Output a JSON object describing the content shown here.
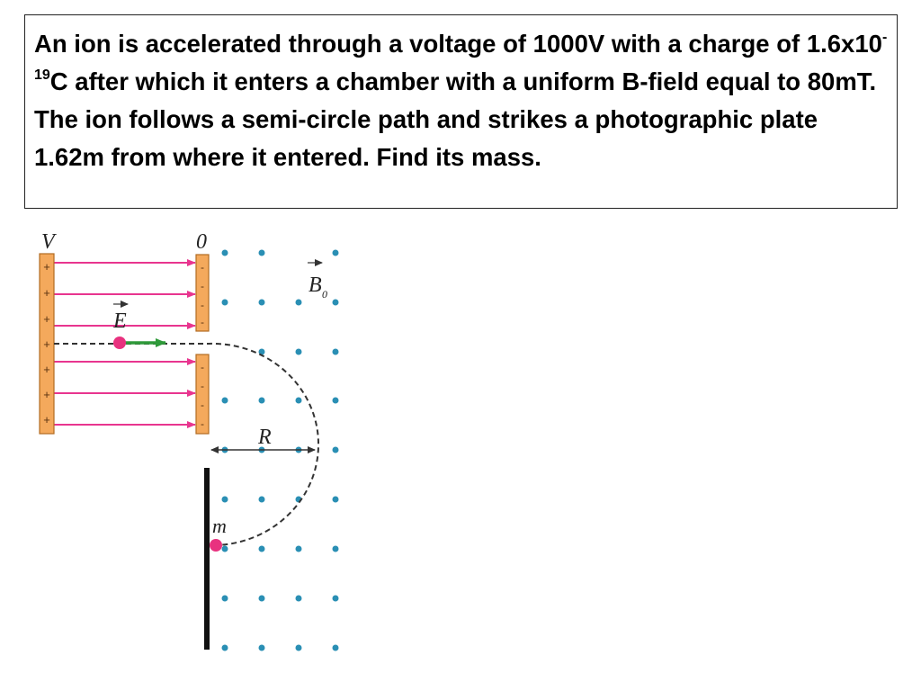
{
  "problem": {
    "part1": "An ion is accelerated through a voltage of 1000V with a charge of 1.6x10",
    "exponent": "-19",
    "part2": "C after which it enters a chamber with a uniform B-field equal to 80mT.  The ion follows a semi-circle path and strikes a photographic plate 1.62m from where it entered.  Find its mass."
  },
  "diagram": {
    "labels": {
      "voltage": "V",
      "zero": "0",
      "e_field": "E",
      "b_field": "B",
      "b_subscript": "0",
      "radius": "R",
      "mass": "m"
    },
    "plus_sign": "+",
    "minus_sign": "-",
    "colors": {
      "plate": "#f4a95c",
      "field_line": "#e8358f",
      "velocity_arrow": "#2f9a3a",
      "b_dot": "#2a8fb4",
      "ion": "#e8327f",
      "path": "#333333",
      "detector": "#111111"
    }
  }
}
